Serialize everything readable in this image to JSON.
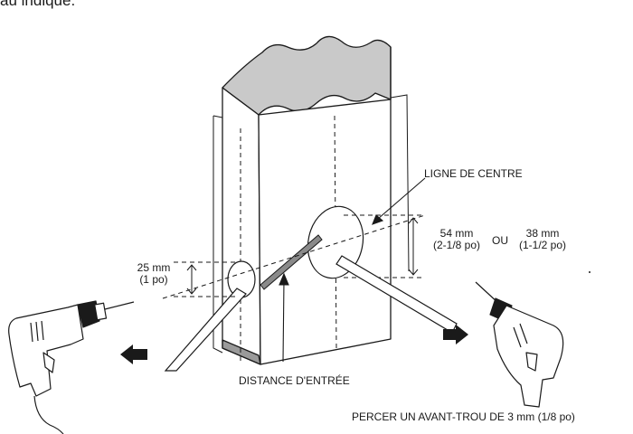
{
  "labels": {
    "top_fragment": "au indiqué.",
    "center_line": "LIGNE DE CENTRE",
    "large_bore_metric": "54 mm",
    "large_bore_imperial": "(2-1/8 po)",
    "or_word": "OU",
    "alt_bore_metric": "38 mm",
    "alt_bore_imperial": "(1-1/2 po)",
    "small_bore_metric": "25 mm",
    "small_bore_imperial": "(1 po)",
    "backset": "DISTANCE D'ENTRÉE",
    "pilot_hole": "PERCER UN AVANT-TROU DE 3 mm (1/8 po)"
  },
  "icons": {
    "left_drill": "drill-icon",
    "right_drill": "drill-icon",
    "left_arrow": "arrow-left-icon",
    "right_arrow": "arrow-right-icon"
  },
  "colors": {
    "ink": "#1a1a1a",
    "door_top_fill": "#c9c9c9",
    "door_bottom_fill": "#9a9a9a",
    "line_gray": "#555555"
  }
}
